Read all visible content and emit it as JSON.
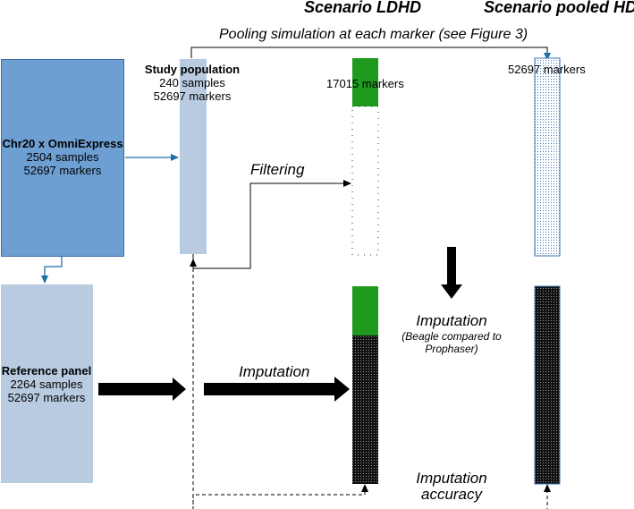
{
  "colors": {
    "chr20_fill": "#6e9fd3",
    "chr20_border": "#3a6ea5",
    "reference_fill": "#b8cbe0",
    "study_fill": "#b8cbe0",
    "green": "#1f9a1f",
    "arrow_blue": "#1f6fa8",
    "dotted_fill": "#3d6fb5",
    "dense_fill": "#1a1a1a"
  },
  "headings": {
    "scenario_ldhd": "Scenario LDHD",
    "scenario_pooled": "Scenario pooled HD"
  },
  "pooling_label": "Pooling simulation at each marker (see Figure 3)",
  "chr20": {
    "title": "Chr20 x OmniExpress",
    "samples": "2504 samples",
    "markers": "52697 markers"
  },
  "study": {
    "title": "Study population",
    "samples": "240 samples",
    "markers": "52697 markers"
  },
  "reference": {
    "title": "Reference panel",
    "samples": "2264 samples",
    "markers": "52697 markers"
  },
  "ldhd_markers": "17015 markers",
  "pooled_markers": "52697 markers",
  "filtering_label": "Filtering",
  "imputation_left_label": "Imputation",
  "imputation_right": {
    "title": "Imputation",
    "subtitle_line1": "(Beagle compared to",
    "subtitle_line2": "Prophaser)"
  },
  "accuracy": {
    "line1": "Imputation",
    "line2": "accuracy"
  }
}
